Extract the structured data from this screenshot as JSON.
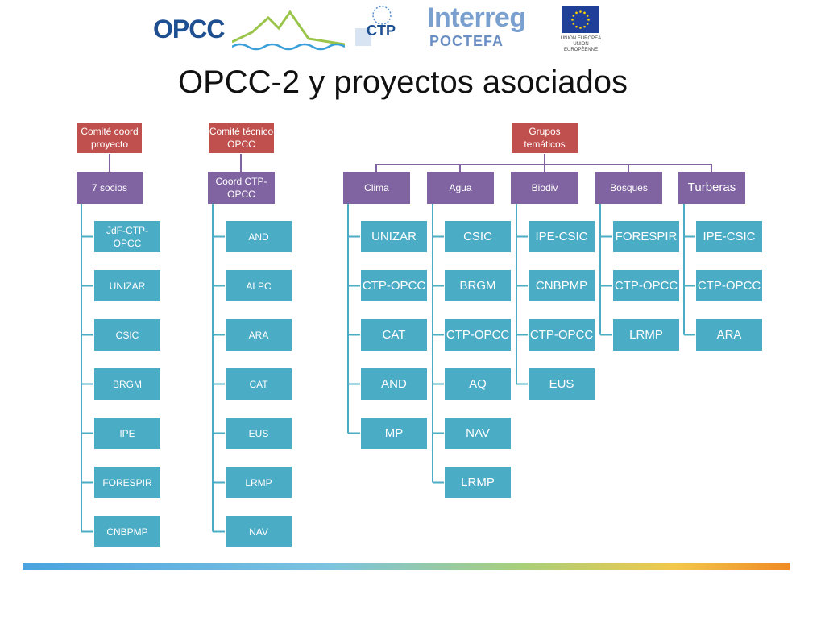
{
  "header": {
    "logo_opcc": "OPCC",
    "logo_ctp": "CTP",
    "logo_interreg": "Interreg",
    "logo_poctefa": "POCTEFA",
    "eu_line1": "UNIÓN EUROPEA",
    "eu_line2": "UNION EUROPÉENNE"
  },
  "title": "OPCC-2  y proyectos asociados",
  "groups": {
    "comite_coord": "Comité coord proyecto",
    "comite_tecnico": "Comité técnico OPCC",
    "grupos": "Grupos temáticos"
  },
  "columns": [
    {
      "head": "7 socios",
      "items": [
        "JdF-CTP-OPCC",
        "UNIZAR",
        "CSIC",
        "BRGM",
        "IPE",
        "FORESPIR",
        "CNBPMP"
      ]
    },
    {
      "head": "Coord CTP-OPCC",
      "items": [
        "AND",
        "ALPC",
        "ARA",
        "CAT",
        "EUS",
        "LRMP",
        "NAV"
      ]
    },
    {
      "head": "Clima",
      "items": [
        "UNIZAR",
        "CTP-OPCC",
        "CAT",
        "AND",
        "MP"
      ]
    },
    {
      "head": "Agua",
      "items": [
        "CSIC",
        "BRGM",
        "CTP-OPCC",
        "AQ",
        "NAV",
        "LRMP"
      ]
    },
    {
      "head": "Biodiv",
      "items": [
        "IPE-CSIC",
        "CNBPMP",
        "CTP-OPCC",
        "EUS"
      ]
    },
    {
      "head": "Bosques",
      "items": [
        "FORESPIR",
        "CTP-OPCC",
        "LRMP"
      ]
    },
    {
      "head": "Turberas",
      "items": [
        "IPE-CSIC",
        "CTP-OPCC",
        "ARA"
      ]
    }
  ],
  "colors": {
    "red": "#c0504d",
    "purple": "#8064a2",
    "teal": "#4bacc6"
  }
}
